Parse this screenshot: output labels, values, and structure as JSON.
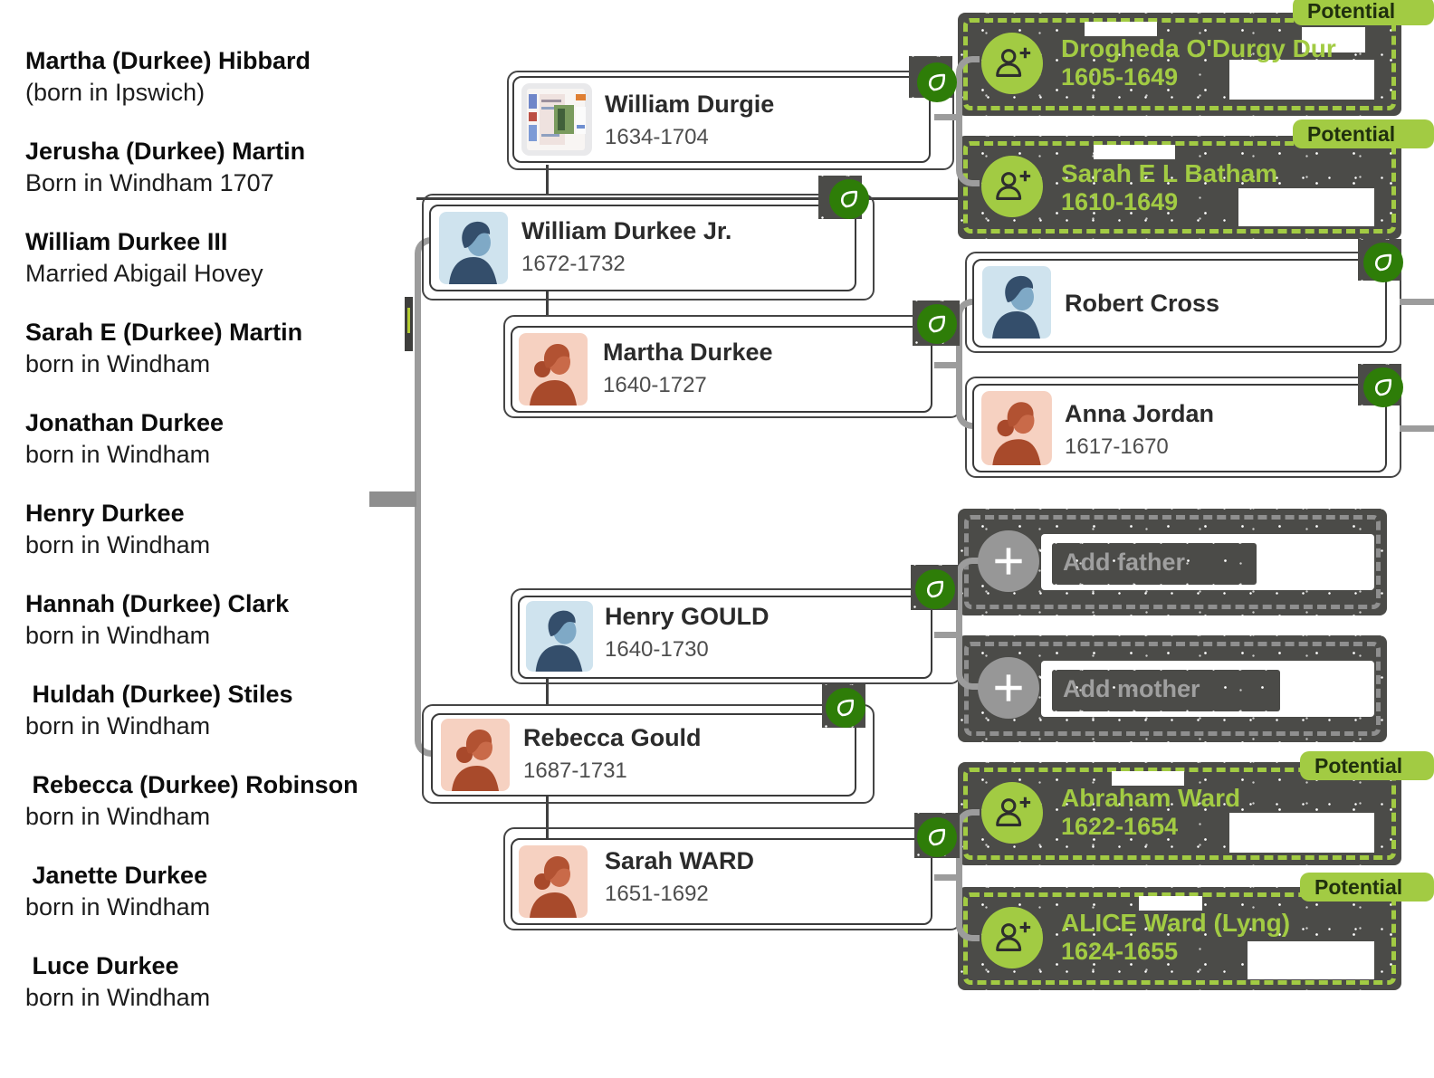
{
  "sidebar": {
    "people": [
      {
        "name": "Martha (Durkee) Hibbard",
        "note": "(born in Ipswich)"
      },
      {
        "name": "Jerusha (Durkee) Martin",
        "note": "Born in Windham 1707"
      },
      {
        "name": "William Durkee III",
        "note": "Married Abigail Hovey"
      },
      {
        "name": "Sarah E (Durkee) Martin",
        "note": "born in Windham"
      },
      {
        "name": "Jonathan Durkee",
        "note": "born in Windham"
      },
      {
        "name": "Henry Durkee",
        "note": "born in Windham"
      },
      {
        "name": "Hannah (Durkee) Clark",
        "note": "born in Windham"
      },
      {
        "name": " Huldah (Durkee) Stiles",
        "note": "born in Windham"
      },
      {
        "name": " Rebecca (Durkee) Robinson",
        "note": "born in Windham"
      },
      {
        "name": " Janette Durkee",
        "note": "born in Windham"
      },
      {
        "name": " Luce Durkee",
        "note": "born in Windham"
      }
    ]
  },
  "tree": {
    "persons": {
      "durgie": {
        "name": "William Durgie",
        "dates": "1634-1704"
      },
      "durkeejr": {
        "name": "William Durkee Jr.",
        "dates": "1672-1732"
      },
      "martha": {
        "name": "Martha Durkee",
        "dates": "1640-1727"
      },
      "henry": {
        "name": "Henry GOULD",
        "dates": "1640-1730"
      },
      "rebecca": {
        "name": "Rebecca Gould",
        "dates": "1687-1731"
      },
      "sarah": {
        "name": "Sarah WARD",
        "dates": "1651-1692"
      },
      "robert": {
        "name": "Robert Cross"
      },
      "anna": {
        "name": "Anna Jordan",
        "dates": "1617-1670"
      }
    },
    "potential": {
      "label": "Potential",
      "drogheda": {
        "name": "Drogheda O'Durgy Dur",
        "dates": "1605-1649"
      },
      "batham": {
        "name": "Sarah E L Batham",
        "dates": "1610-1649"
      },
      "abraham": {
        "name": "Abraham Ward",
        "dates": "1622-1654"
      },
      "alice": {
        "name": "ALICE Ward (Lyng)",
        "dates": "1624-1655"
      }
    },
    "add": {
      "father": "Add father",
      "mother": "Add mother"
    }
  },
  "colors": {
    "hint_leaf_green": "#2e7d08",
    "potential_green": "#a2cb43",
    "ribbon_text": "#20300e",
    "noise_background": "#4b4b48",
    "connector_grey": "#9c9c9c",
    "male_avatar_bg": "#cfe3ee",
    "male_avatar_fg": "#344e6b",
    "female_avatar_bg": "#f6d1c1",
    "female_avatar_fg": "#a84a2b"
  },
  "icons": {
    "hint": "leaf-icon",
    "potential_person": "person-add-icon",
    "add_person": "plus-icon"
  }
}
